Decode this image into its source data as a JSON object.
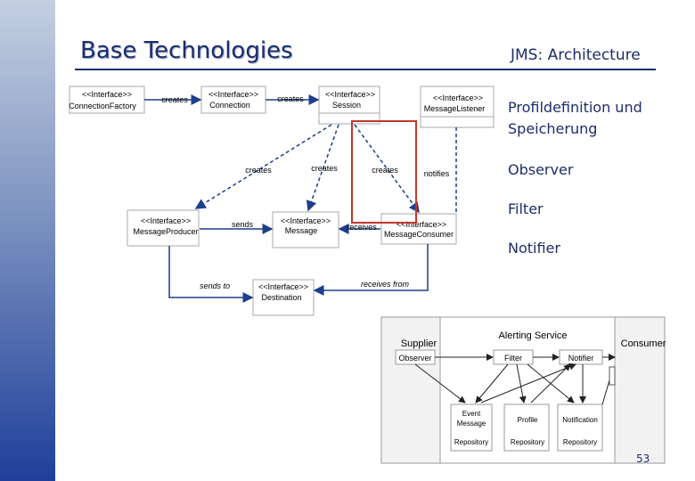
{
  "header": {
    "title": "Base Technologies",
    "subtitle": "JMS: Architecture"
  },
  "side_notes": [
    "Profildefinition und Speicherung",
    "Observer",
    "Filter",
    "Notifier"
  ],
  "jms": {
    "interfaces": {
      "connection_factory": [
        "<<Interface>>",
        "ConnectionFactory"
      ],
      "connection": [
        "<<Interface>>",
        "Connection"
      ],
      "session": [
        "<<Interface>>",
        "Session"
      ],
      "message_listener": [
        "<<Interface>>",
        "MessageListener"
      ],
      "message_producer": [
        "<<Interface>>",
        "MessageProducer"
      ],
      "message": [
        "<<Interface>>",
        "Message"
      ],
      "message_consumer": [
        "<<Interface>>",
        "MessageConsumer"
      ],
      "destination": [
        "<<Interface>>",
        "Destination"
      ]
    },
    "relations": {
      "factory_creates": "creates",
      "connection_creates": "creates",
      "session_creates_producer": "creates",
      "session_creates_message": "creates",
      "session_creates_consumer": "creates",
      "listener_notifies": "notifies",
      "producer_sends": "sends",
      "consumer_receives": "receives",
      "producer_sends_to": "sends to",
      "consumer_receives_from": "receives from"
    }
  },
  "alerting": {
    "supplier": "Supplier",
    "observer": "Observer",
    "service": "Alerting Service",
    "filter": "Filter",
    "notifier": "Notifier",
    "consumer": "Consumer",
    "event_message": [
      "Event",
      "Message"
    ],
    "profile": "Profile",
    "notification": "Notification",
    "repository": "Repository"
  },
  "page_number": "53",
  "colors": {
    "title": "#1c2d6b",
    "arrow": "#1c3f8c",
    "highlight": "#c0392b"
  }
}
